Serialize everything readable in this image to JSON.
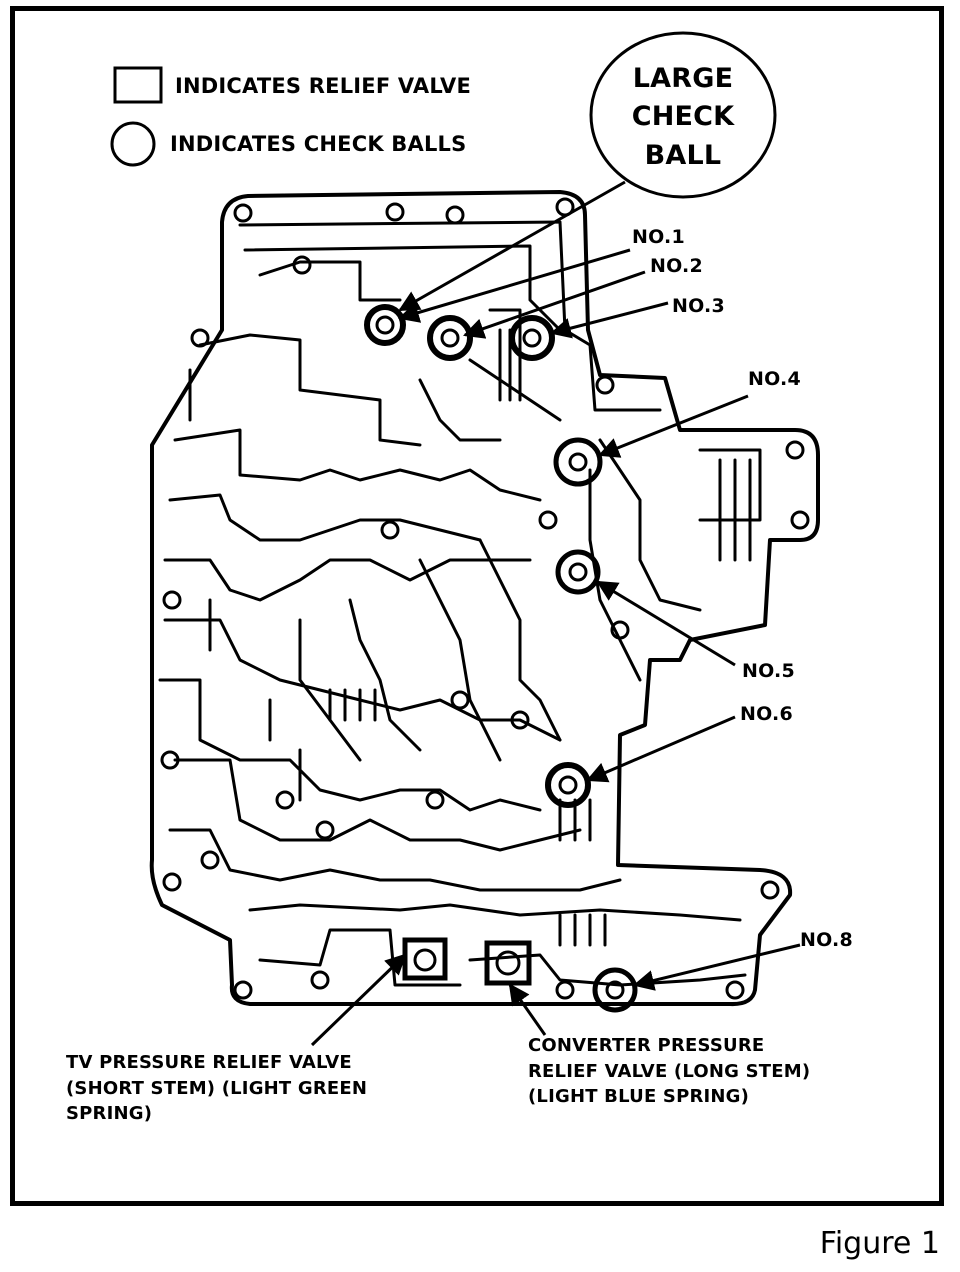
{
  "legend": {
    "relief_valve": "INDICATES RELIEF VALVE",
    "check_balls": "INDICATES CHECK BALLS"
  },
  "large_check_ball": "LARGE\nCHECK\nBALL",
  "check_balls": [
    {
      "label": "NO.1"
    },
    {
      "label": "NO.2"
    },
    {
      "label": "NO.3"
    },
    {
      "label": "NO.4"
    },
    {
      "label": "NO.5"
    },
    {
      "label": "NO.6"
    },
    {
      "label": "NO.8"
    }
  ],
  "relief_valves": {
    "tv": "TV PRESSURE RELIEF VALVE\n(SHORT STEM) (LIGHT GREEN\nSPRING)",
    "converter": "CONVERTER PRESSURE\nRELIEF VALVE (LONG STEM)\n(LIGHT BLUE SPRING)"
  },
  "figure_caption": "Figure 1"
}
